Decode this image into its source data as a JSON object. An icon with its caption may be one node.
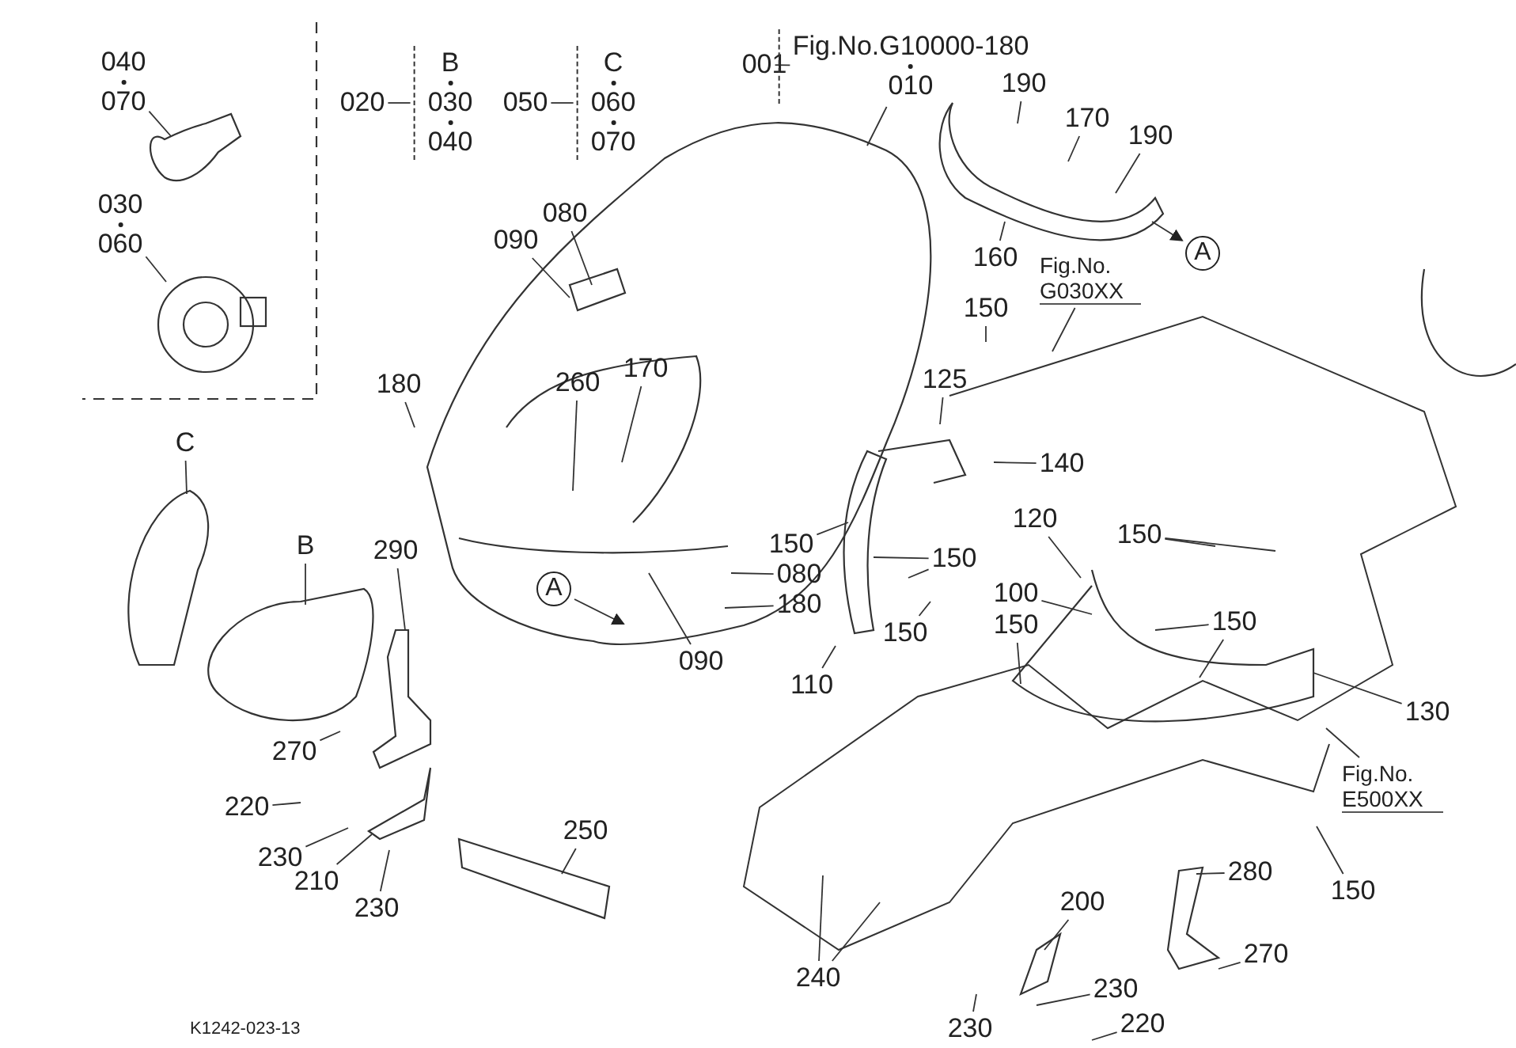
{
  "diagram": {
    "nodes": [
      {
        "text": [
          "040",
          "070"
        ]
      },
      {
        "text": [
          "030",
          "060"
        ]
      },
      {
        "text": [
          "020"
        ]
      },
      {
        "text": [
          "B",
          "030",
          "040"
        ]
      },
      {
        "text": [
          "050"
        ]
      },
      {
        "text": [
          "C",
          "060",
          "070"
        ]
      },
      {
        "text": [
          "001"
        ]
      },
      {
        "text": [
          "Fig.No.G10000-180",
          "010"
        ]
      },
      {
        "text": [
          "080"
        ]
      },
      {
        "text": [
          "090"
        ]
      },
      {
        "text": [
          "180"
        ]
      },
      {
        "text": [
          "260"
        ]
      },
      {
        "text": [
          "170"
        ]
      },
      {
        "text": [
          "C"
        ]
      },
      {
        "text": [
          "B"
        ]
      },
      {
        "text": [
          "290"
        ]
      },
      {
        "text": [
          "270"
        ]
      },
      {
        "text": [
          "220"
        ]
      },
      {
        "text": [
          "230"
        ]
      },
      {
        "text": [
          "210"
        ]
      },
      {
        "text": [
          "230"
        ]
      },
      {
        "text": [
          "250"
        ]
      },
      {
        "text": [
          "A"
        ]
      },
      {
        "text": [
          "090"
        ]
      },
      {
        "text": [
          "180"
        ]
      },
      {
        "text": [
          "080"
        ]
      },
      {
        "text": [
          "150"
        ]
      },
      {
        "text": [
          "110"
        ]
      },
      {
        "text": [
          "150"
        ]
      },
      {
        "text": [
          "150"
        ]
      },
      {
        "text": [
          "190"
        ]
      },
      {
        "text": [
          "170"
        ]
      },
      {
        "text": [
          "190"
        ]
      },
      {
        "text": [
          "160"
        ]
      },
      {
        "text": [
          "A"
        ]
      },
      {
        "text": [
          "Fig.No. G030XX"
        ]
      },
      {
        "text": [
          "150"
        ]
      },
      {
        "text": [
          "125"
        ]
      },
      {
        "text": [
          "140"
        ]
      },
      {
        "text": [
          "120"
        ]
      },
      {
        "text": [
          "150"
        ]
      },
      {
        "text": [
          "100"
        ]
      },
      {
        "text": [
          "150"
        ]
      },
      {
        "text": [
          "150"
        ]
      },
      {
        "text": [
          "130"
        ]
      },
      {
        "text": [
          "Fig.No. E500XX"
        ]
      },
      {
        "text": [
          "150"
        ]
      },
      {
        "text": [
          "280"
        ]
      },
      {
        "text": [
          "200"
        ]
      },
      {
        "text": [
          "270"
        ]
      },
      {
        "text": [
          "230"
        ]
      },
      {
        "text": [
          "230"
        ]
      },
      {
        "text": [
          "220"
        ]
      },
      {
        "text": [
          "240"
        ]
      }
    ],
    "edges": [
      {
        "from": 0,
        "to": null,
        "arrow": "none"
      },
      {
        "from": 1,
        "to": null,
        "arrow": "none"
      },
      {
        "from": 2,
        "to": 3,
        "arrow": "none"
      },
      {
        "from": 4,
        "to": 5,
        "arrow": "none"
      },
      {
        "from": 6,
        "to": 7,
        "arrow": "none"
      },
      {
        "from": 7,
        "to": null,
        "arrow": "none"
      },
      {
        "from": 8,
        "to": null,
        "arrow": "none"
      },
      {
        "from": 9,
        "to": null,
        "arrow": "none"
      },
      {
        "from": 10,
        "to": null,
        "arrow": "none"
      },
      {
        "from": 11,
        "to": null,
        "arrow": "none"
      },
      {
        "from": 12,
        "to": null,
        "arrow": "none"
      },
      {
        "from": 13,
        "to": null,
        "arrow": "none"
      },
      {
        "from": 14,
        "to": null,
        "arrow": "none"
      },
      {
        "from": 15,
        "to": null,
        "arrow": "none"
      },
      {
        "from": 16,
        "to": null,
        "arrow": "none"
      },
      {
        "from": 17,
        "to": null,
        "arrow": "none"
      },
      {
        "from": 18,
        "to": null,
        "arrow": "none"
      },
      {
        "from": 19,
        "to": null,
        "arrow": "none"
      },
      {
        "from": 20,
        "to": null,
        "arrow": "none"
      },
      {
        "from": 21,
        "to": null,
        "arrow": "none"
      },
      {
        "from": 22,
        "to": null,
        "arrow": "to"
      },
      {
        "from": 23,
        "to": null,
        "arrow": "none"
      },
      {
        "from": 24,
        "to": null,
        "arrow": "none"
      },
      {
        "from": 25,
        "to": null,
        "arrow": "none"
      },
      {
        "from": 26,
        "to": null,
        "arrow": "none"
      },
      {
        "from": 27,
        "to": null,
        "arrow": "none"
      },
      {
        "from": 28,
        "to": null,
        "arrow": "none"
      },
      {
        "from": 28,
        "to": null,
        "arrow": "none"
      },
      {
        "from": 29,
        "to": null,
        "arrow": "none"
      },
      {
        "from": 30,
        "to": null,
        "arrow": "none"
      },
      {
        "from": 31,
        "to": null,
        "arrow": "none"
      },
      {
        "from": 32,
        "to": null,
        "arrow": "none"
      },
      {
        "from": 33,
        "to": null,
        "arrow": "none"
      },
      {
        "from": null,
        "to": 34,
        "arrow": "to"
      },
      {
        "from": 35,
        "to": null,
        "arrow": "none"
      },
      {
        "from": 36,
        "to": null,
        "arrow": "none"
      },
      {
        "from": 37,
        "to": null,
        "arrow": "none"
      },
      {
        "from": 38,
        "to": null,
        "arrow": "none"
      },
      {
        "from": 39,
        "to": null,
        "arrow": "none"
      },
      {
        "from": 40,
        "to": null,
        "arrow": "none"
      },
      {
        "from": 40,
        "to": null,
        "arrow": "none"
      },
      {
        "from": 41,
        "to": null,
        "arrow": "none"
      },
      {
        "from": 42,
        "to": null,
        "arrow": "none"
      },
      {
        "from": 43,
        "to": null,
        "arrow": "none"
      },
      {
        "from": 43,
        "to": null,
        "arrow": "none"
      },
      {
        "from": 44,
        "to": null,
        "arrow": "none"
      },
      {
        "from": 45,
        "to": null,
        "arrow": "none"
      },
      {
        "from": 46,
        "to": null,
        "arrow": "none"
      },
      {
        "from": 47,
        "to": null,
        "arrow": "none"
      },
      {
        "from": 48,
        "to": null,
        "arrow": "none"
      },
      {
        "from": 49,
        "to": null,
        "arrow": "none"
      },
      {
        "from": 50,
        "to": null,
        "arrow": "none"
      },
      {
        "from": 51,
        "to": null,
        "arrow": "none"
      },
      {
        "from": 52,
        "to": null,
        "arrow": "none"
      },
      {
        "from": 53,
        "to": null,
        "arrow": "none"
      },
      {
        "from": 53,
        "to": null,
        "arrow": "none"
      }
    ],
    "labels": [
      "K1242-023-13"
    ]
  }
}
